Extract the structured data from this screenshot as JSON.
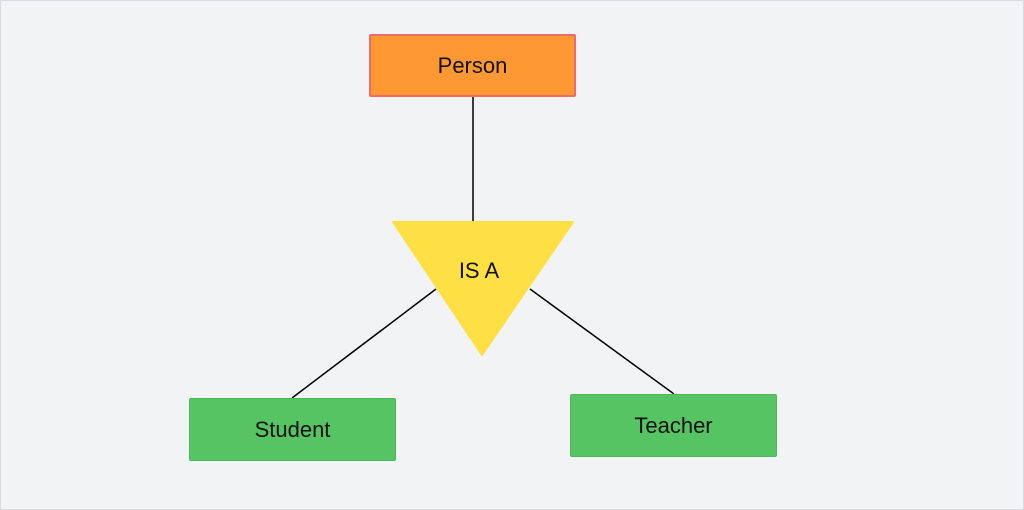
{
  "diagram": {
    "nodes": {
      "person": {
        "label": "Person",
        "color": "#fd9832"
      },
      "isa": {
        "label": "IS A",
        "color": "#ffe044"
      },
      "student": {
        "label": "Student",
        "color": "#56c462"
      },
      "teacher": {
        "label": "Teacher",
        "color": "#56c462"
      }
    },
    "edges": [
      {
        "from": "person",
        "to": "isa"
      },
      {
        "from": "isa",
        "to": "student"
      },
      {
        "from": "isa",
        "to": "teacher"
      }
    ],
    "line_color": "#000000"
  }
}
